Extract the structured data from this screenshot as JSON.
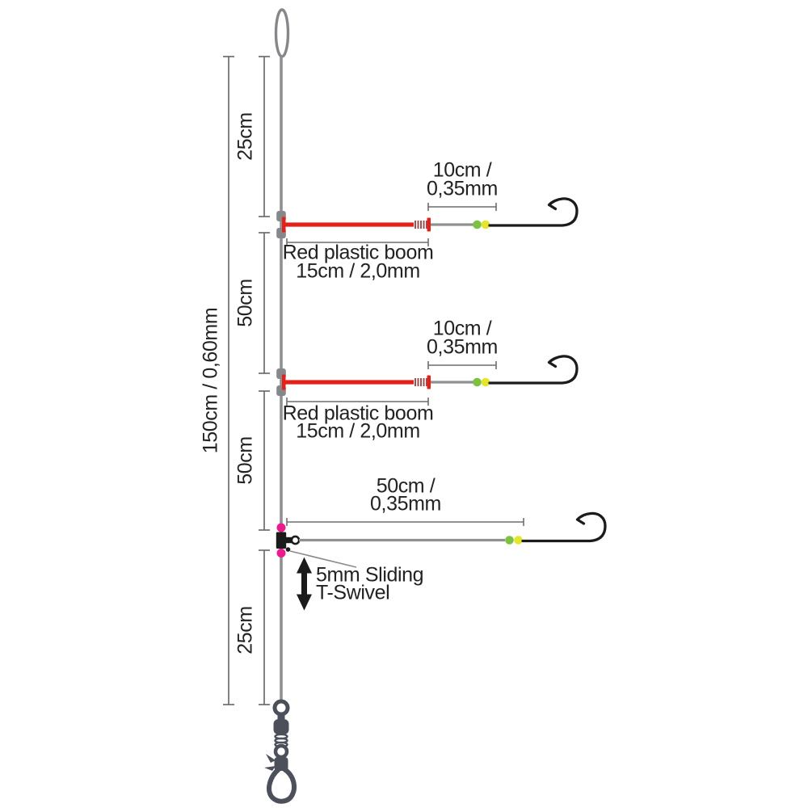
{
  "diagram": {
    "main_line_label": "150cm / 0,60mm",
    "segment_labels": [
      "25cm",
      "50cm",
      "50cm",
      "25cm"
    ],
    "booms": [
      {
        "snood_line1": "10cm /",
        "snood_line2": "0,35mm",
        "boom_line1": "Red plastic boom",
        "boom_line2": "15cm / 2,0mm"
      },
      {
        "snood_line1": "10cm /",
        "snood_line2": "0,35mm",
        "boom_line1": "Red plastic boom",
        "boom_line2": "15cm / 2,0mm"
      }
    ],
    "bottom_snood": {
      "line1": "50cm /",
      "line2": "0,35mm"
    },
    "t_swivel": {
      "line1": "5mm Sliding",
      "line2": "T-Swivel"
    },
    "components": {
      "top": "line-top-loop",
      "boom": "red-plastic-boom-with-spring-and-hook",
      "beads": "green-yellow-hook-beads",
      "swivel": "sliding-t-swivel-with-pink-stop-beads",
      "bottom": "barrel-swivel-with-snap-clip"
    }
  },
  "colors": {
    "line-gray": "#8e9093",
    "connector-gray": "#85878b",
    "dim-gray": "#6d6d6d",
    "text": "#222222",
    "boom-red": "#e32119",
    "coil-red": "#9b4f4f",
    "bead-green": "#7cc142",
    "bead-yellow": "#e4e62e",
    "bead-pink": "#ec1b8d",
    "hook-black": "#1b1b1b",
    "hardware-gray": "#4c505a"
  }
}
